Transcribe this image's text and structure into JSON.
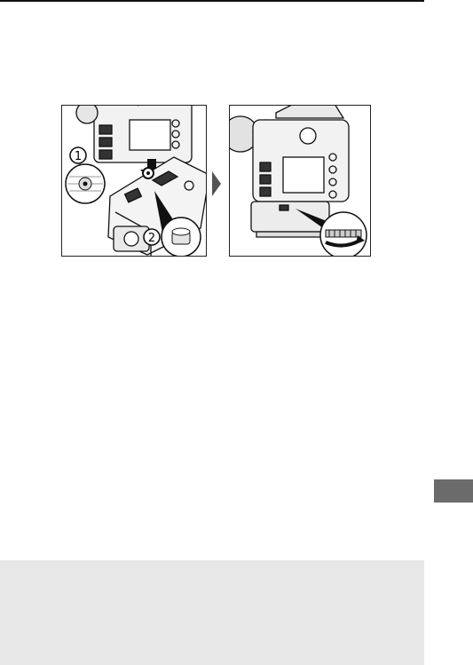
{
  "figure": {
    "step_markers": [
      "1",
      "2"
    ],
    "colors": {
      "stroke": "#111111",
      "tab": "#6b6b6b",
      "note_bg": "#e7e7e7"
    }
  },
  "icons": [
    "camera-base-illustration",
    "battery-grip-illustration",
    "mounting-screw-icon",
    "locking-wheel-icon",
    "next-step-arrow-icon"
  ]
}
